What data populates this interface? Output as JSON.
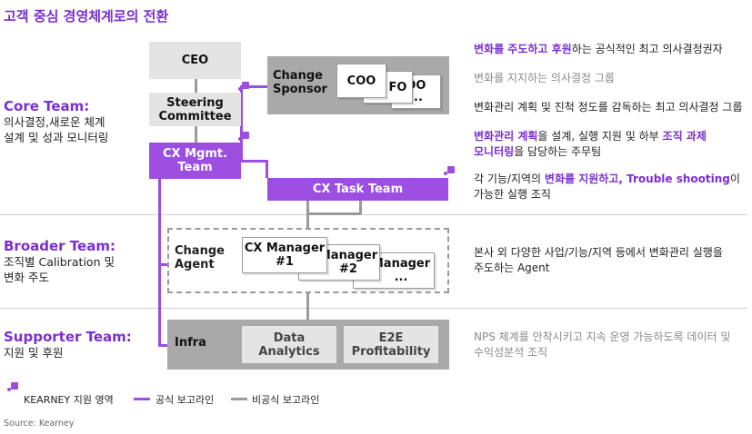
{
  "title": "고객 중심 경영체계로의 전환",
  "teams": {
    "core": {
      "name": "Core Team:",
      "desc1": "의사결정,새로운 체계",
      "desc2": "설계 및 성과 모니터링"
    },
    "broader": {
      "name": "Broader Team:",
      "desc1": "조직별 Calibration 및",
      "desc2": "변화 주도"
    },
    "supporter": {
      "name": "Supporter Team:",
      "desc1": "지원 및 후원"
    }
  },
  "boxes": {
    "ceo": "CEO",
    "steering1": "Steering",
    "steering2": "Committee",
    "change_sponsor1": "Change",
    "change_sponsor2": "Sponsor",
    "coo": "COO",
    "cfo": "FO",
    "dots": "DO",
    "dots2": "...",
    "cx_mgmt1": "CX Mgmt.",
    "cx_mgmt2": "Team",
    "cx_task": "CX Task Team",
    "change_agent1": "Change",
    "change_agent2": "Agent",
    "cxm1a": "CX Manager",
    "cxm1b": "#1",
    "cxm2a": "Manager",
    "cxm2b": "#2",
    "cxm3a": "Manager",
    "cxm3b": "...",
    "infra": "Infra",
    "data1": "Data",
    "data2": "Analytics",
    "e2e1": "E2E",
    "e2e2": "Profitability"
  },
  "right": {
    "r1_hl": "변화를 주도하고 후원",
    "r1_rest": "하는 공식적인 최고 의사결정권자",
    "r2": "변화를 지지하는 의사결정 그룹",
    "r3": "변화관리 계획 및 진척 정도를 감독하는 최고 의사결정 그룹",
    "r4_hl1": "변화관리 계획",
    "r4_mid": "을 설계, 실행 지원 및 하부 ",
    "r4_hl2": "조직 과제",
    "r4_hl3": "모니터링",
    "r4_end": "을 담당하는 주무팀",
    "r5_a": "각 기능/지역의 ",
    "r5_hl1": "변화를 지원하고, Trouble shooting",
    "r5_b": "이",
    "r5_c": "가능한 실행 조직",
    "r6_a": "본사 외 다양한 사업/기능/지역 등에서 변화관리 실행을",
    "r6_b": "주도하는 Agent",
    "r7_a": "NPS 체계를 안착시키고 지속 운영 가능하도록 데이터 및",
    "r7_b": "수익성분석 조직"
  },
  "legend": {
    "kearney": "KEARNEY 지원 영역",
    "formal": "공식 보고라인",
    "informal": "비공식 보고라인"
  },
  "source": "Source: Kearney",
  "colors": {
    "purple": "#9b4ee0",
    "accent_text": "#7a2fd1",
    "gray_box": "#e4e4e4",
    "dark_gray_box": "#a9a9a9"
  }
}
